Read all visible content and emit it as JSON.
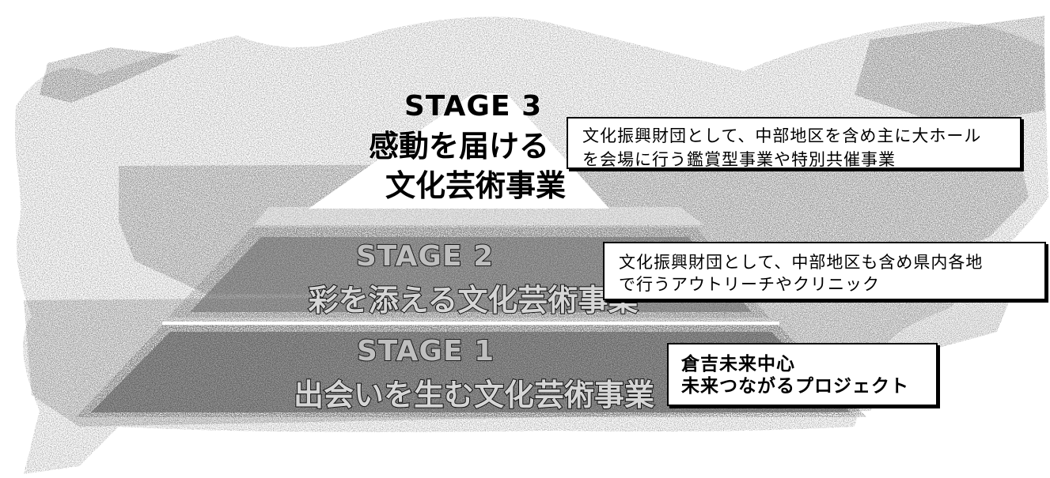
{
  "stages": [
    {
      "title": "STAGE 3",
      "name_line1": "感動を届ける",
      "name_line2": "文化芸術事業",
      "note_lines": [
        "文化振興財団として、中部地区を含め主に大ホール",
        "を会場に行う鑑賞型事業や特別共催事業"
      ]
    },
    {
      "title": "STAGE 2",
      "name": "彩を添える文化芸術事業",
      "note_lines": [
        "文化振興財団として、中部地区も含め県内各地",
        "で行うアウトリーチやクリニック"
      ]
    },
    {
      "title": "STAGE 1",
      "name": "出会いを生む文化芸術事業",
      "note_lines": [
        "倉吉未来中心",
        "未来つながるプロジェクト"
      ]
    }
  ],
  "colors": {
    "tier_top": "#ffffff",
    "tier_middle": "#6e6e6e",
    "tier_bottom": "#5a5a5a",
    "background_texture": "#9a9a9a",
    "box_border": "#000000"
  }
}
